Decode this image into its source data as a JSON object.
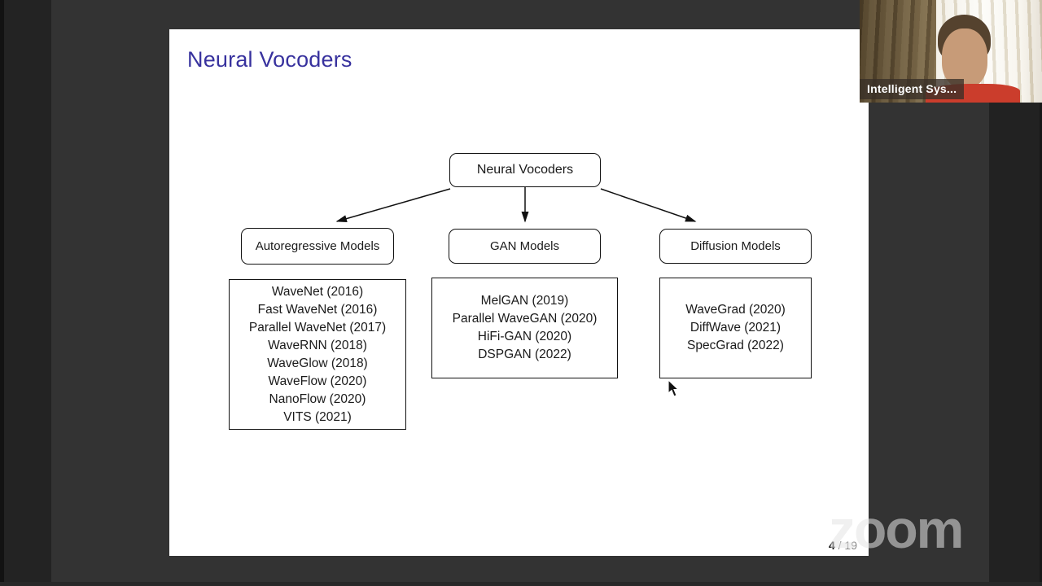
{
  "meeting": {
    "participant_label": "Intelligent Sys...",
    "watermark_text": "zoom"
  },
  "slide": {
    "title": "Neural Vocoders",
    "page": {
      "current": "4",
      "separator": " / ",
      "total": "19"
    },
    "diagram": {
      "root_label": "Neural Vocoders",
      "branches": [
        {
          "label": "Autoregressive Models",
          "items": [
            "WaveNet (2016)",
            "Fast WaveNet (2016)",
            "Parallel WaveNet (2017)",
            "WaveRNN (2018)",
            "WaveGlow (2018)",
            "WaveFlow (2020)",
            "NanoFlow (2020)",
            "VITS (2021)"
          ]
        },
        {
          "label": "GAN Models",
          "items": [
            "MelGAN (2019)",
            "Parallel WaveGAN (2020)",
            "HiFi-GAN (2020)",
            "DSPGAN (2022)"
          ]
        },
        {
          "label": "Diffusion Models",
          "items": [
            "WaveGrad (2020)",
            "DiffWave (2021)",
            "SpecGrad (2022)"
          ]
        }
      ]
    }
  },
  "colors": {
    "title_blue": "#38329e",
    "shirt_red": "#cb3d2c",
    "background_gray": "#333333"
  }
}
